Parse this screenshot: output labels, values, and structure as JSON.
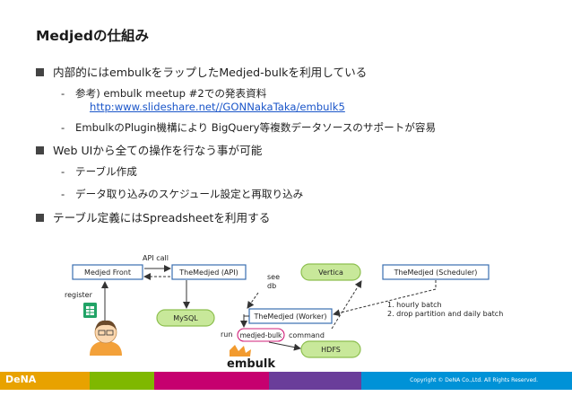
{
  "slide": {
    "title": "Medjedの仕組み",
    "bullets": [
      {
        "text": "内部的にはembulkをラップしたMedjed-bulkを利用している"
      },
      {
        "text": "Web UIから全ての操作を行なう事が可能"
      },
      {
        "text": "テーブル定義にはSpreadsheetを利用する"
      }
    ],
    "sub_items": [
      {
        "dash": "-",
        "text": "参考) embulk meetup #2での発表資料"
      },
      {
        "dash": "-",
        "text": "EmbulkのPlugin機構により BigQuery等複数データソースのサポートが容易"
      },
      {
        "dash": "-",
        "text": "テーブル作成"
      },
      {
        "dash": "-",
        "text": "データ取り込みのスケジュール設定と再取り込み"
      }
    ],
    "link": "http:www.slideshare.net//GONNakaTaka/embulk5"
  },
  "diagram": {
    "nodes": {
      "medjed_front": "Medjed Front",
      "themedjed_api": "TheMedjed (API)",
      "vertica": "Vertica",
      "scheduler": "TheMedjed (Scheduler)",
      "mysql": "MySQL",
      "worker": "TheMedjed (Worker)",
      "medjed_bulk": "medjed-bulk",
      "hdfs": "HDFS"
    },
    "labels": {
      "api_call": "API call",
      "register": "register",
      "see": "see",
      "db": "db",
      "run": "run",
      "command": "command",
      "batch_1": "1. hourly batch",
      "batch_2": "2. drop partition and daily batch"
    },
    "embulk_logo_text": "embulk",
    "colors": {
      "box_border": "#3a6fb0",
      "box_fill": "#ffffff",
      "green_fill": "#c8e89a",
      "green_border": "#8dbf4f",
      "sheet_green": "#21a366",
      "embulk_orange": "#f29a2e"
    }
  },
  "footer": {
    "logo": "DeNA",
    "copyright": "Copyright © DeNA Co.,Ltd. All Rights Reserved.",
    "colors": [
      "#e8a200",
      "#c6006f",
      "#7fb800",
      "#6a3d9a",
      "#0092d7",
      "#e3007f"
    ]
  }
}
